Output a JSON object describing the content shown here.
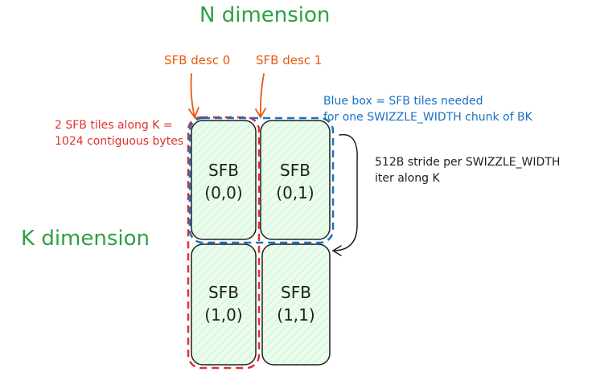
{
  "titles": {
    "n_dimension": "N dimension",
    "k_dimension": "K dimension"
  },
  "descriptors": {
    "desc0": "SFB desc 0",
    "desc1": "SFB desc 1"
  },
  "annotations": {
    "red_line1": "2 SFB tiles along K =",
    "red_line2": "1024 contiguous bytes",
    "blue_line1": "Blue box = SFB tiles needed",
    "blue_line2": "for one SWIZZLE_WIDTH chunk of BK",
    "stride_line1": "512B stride per SWIZZLE_WIDTH",
    "stride_line2": "iter along K"
  },
  "tiles": [
    {
      "name": "SFB",
      "coord": "(0,0)"
    },
    {
      "name": "SFB",
      "coord": "(0,1)"
    },
    {
      "name": "SFB",
      "coord": "(1,0)"
    },
    {
      "name": "SFB",
      "coord": "(1,1)"
    }
  ],
  "colors": {
    "green_title": "#2f9e44",
    "orange": "#e8590c",
    "red": "#e03131",
    "blue": "#1971c2",
    "tile_fill": "#ebfbee",
    "outline": "#1e1e1e"
  }
}
